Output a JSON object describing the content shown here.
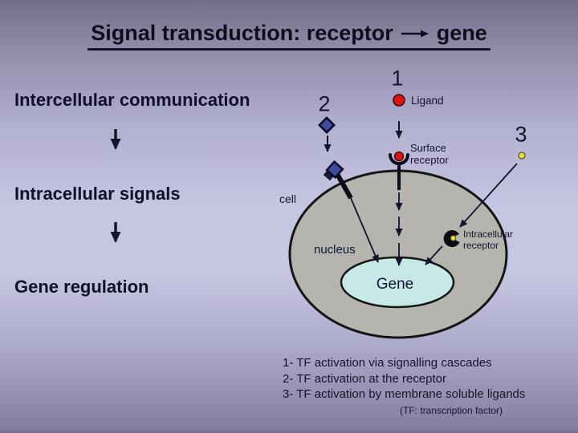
{
  "slide": {
    "title": {
      "text_before_arrow": "Signal transduction: receptor",
      "text_after_arrow": "gene"
    },
    "flow": {
      "step1": "Intercellular communication",
      "step2": "Intracellular signals",
      "step3": "Gene regulation"
    },
    "diagram": {
      "marker_1": "1",
      "marker_2": "2",
      "marker_3": "3",
      "ligand_label": "Ligand",
      "surface_receptor_line1": "Surface",
      "surface_receptor_line2": "receptor",
      "cell_label": "cell",
      "nucleus_label": "nucleus",
      "gene_label": "Gene",
      "intracellular_receptor_line1": "Intracellular",
      "intracellular_receptor_line2": "receptor"
    },
    "legend": {
      "line1": "1- TF activation via signalling cascades",
      "line2": "2- TF activation at the receptor",
      "line3": "3- TF activation by membrane soluble ligands",
      "note": "(TF: transcription factor)"
    },
    "colors": {
      "ligand_red": "#dd1512",
      "diamond_blue": "#3e4b9e",
      "soluble_ligand_yellow": "#e8e23c",
      "cell_fill": "#b5b4af",
      "nucleus_fill": "#c6e9e8",
      "ink": "#14142c"
    }
  }
}
